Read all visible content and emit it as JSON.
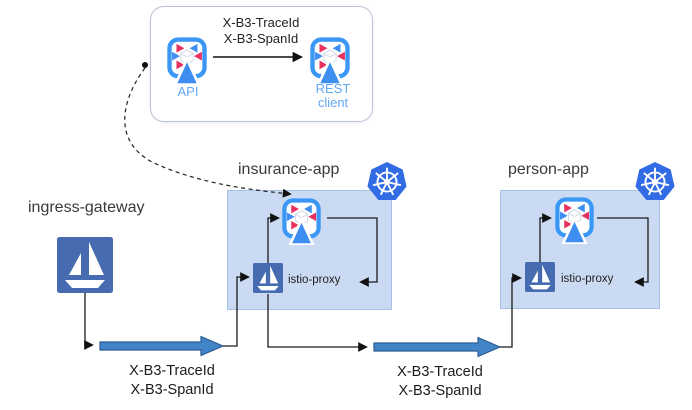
{
  "callout": {
    "arrow_label": [
      "X-B3-TraceId",
      "X-B3-SpanId"
    ],
    "source_label": "API",
    "target_label": [
      "REST",
      "client"
    ]
  },
  "nodes": {
    "ingress": {
      "label": "ingress-gateway"
    },
    "insurance": {
      "title": "insurance-app",
      "proxy": "istio-proxy"
    },
    "person": {
      "title": "person-app",
      "proxy": "istio-proxy"
    }
  },
  "flows": {
    "gateway_to_insurance": [
      "X-B3-TraceId",
      "X-B3-SpanId"
    ],
    "insurance_to_person": [
      "X-B3-TraceId",
      "X-B3-SpanId"
    ]
  },
  "icons": {
    "istio": "istio-sailboat-icon",
    "kubernetes": "kubernetes-helm-icon",
    "app": "microservice-app-icon"
  },
  "colors": {
    "istio_blue": "#466bb0",
    "kubernetes_blue": "#326ce5",
    "app_icon_blue": "#3b97f6",
    "accent_red": "#e8315f",
    "pod_box_fill": "#cbdaf3",
    "flow_arrow_blue": "#4184c8",
    "service_label_blue": "#63a8f2"
  }
}
